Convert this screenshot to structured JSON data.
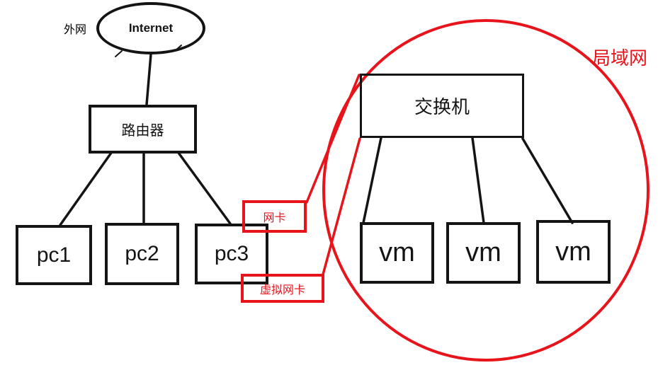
{
  "colors": {
    "ink": "#141414",
    "red": "#e8141b",
    "bg": "#ffffff"
  },
  "diagram": {
    "annotations": {
      "external_network": "外网",
      "lan": "局域网"
    },
    "nodes": {
      "internet": "Internet",
      "router": "路由器",
      "pc1": "pc1",
      "pc2": "pc2",
      "pc3": "pc3",
      "nic": "网卡",
      "virtual_nic": "虚拟网卡",
      "switch": "交换机",
      "vm1": "vm",
      "vm2": "vm",
      "vm3": "vm"
    }
  }
}
